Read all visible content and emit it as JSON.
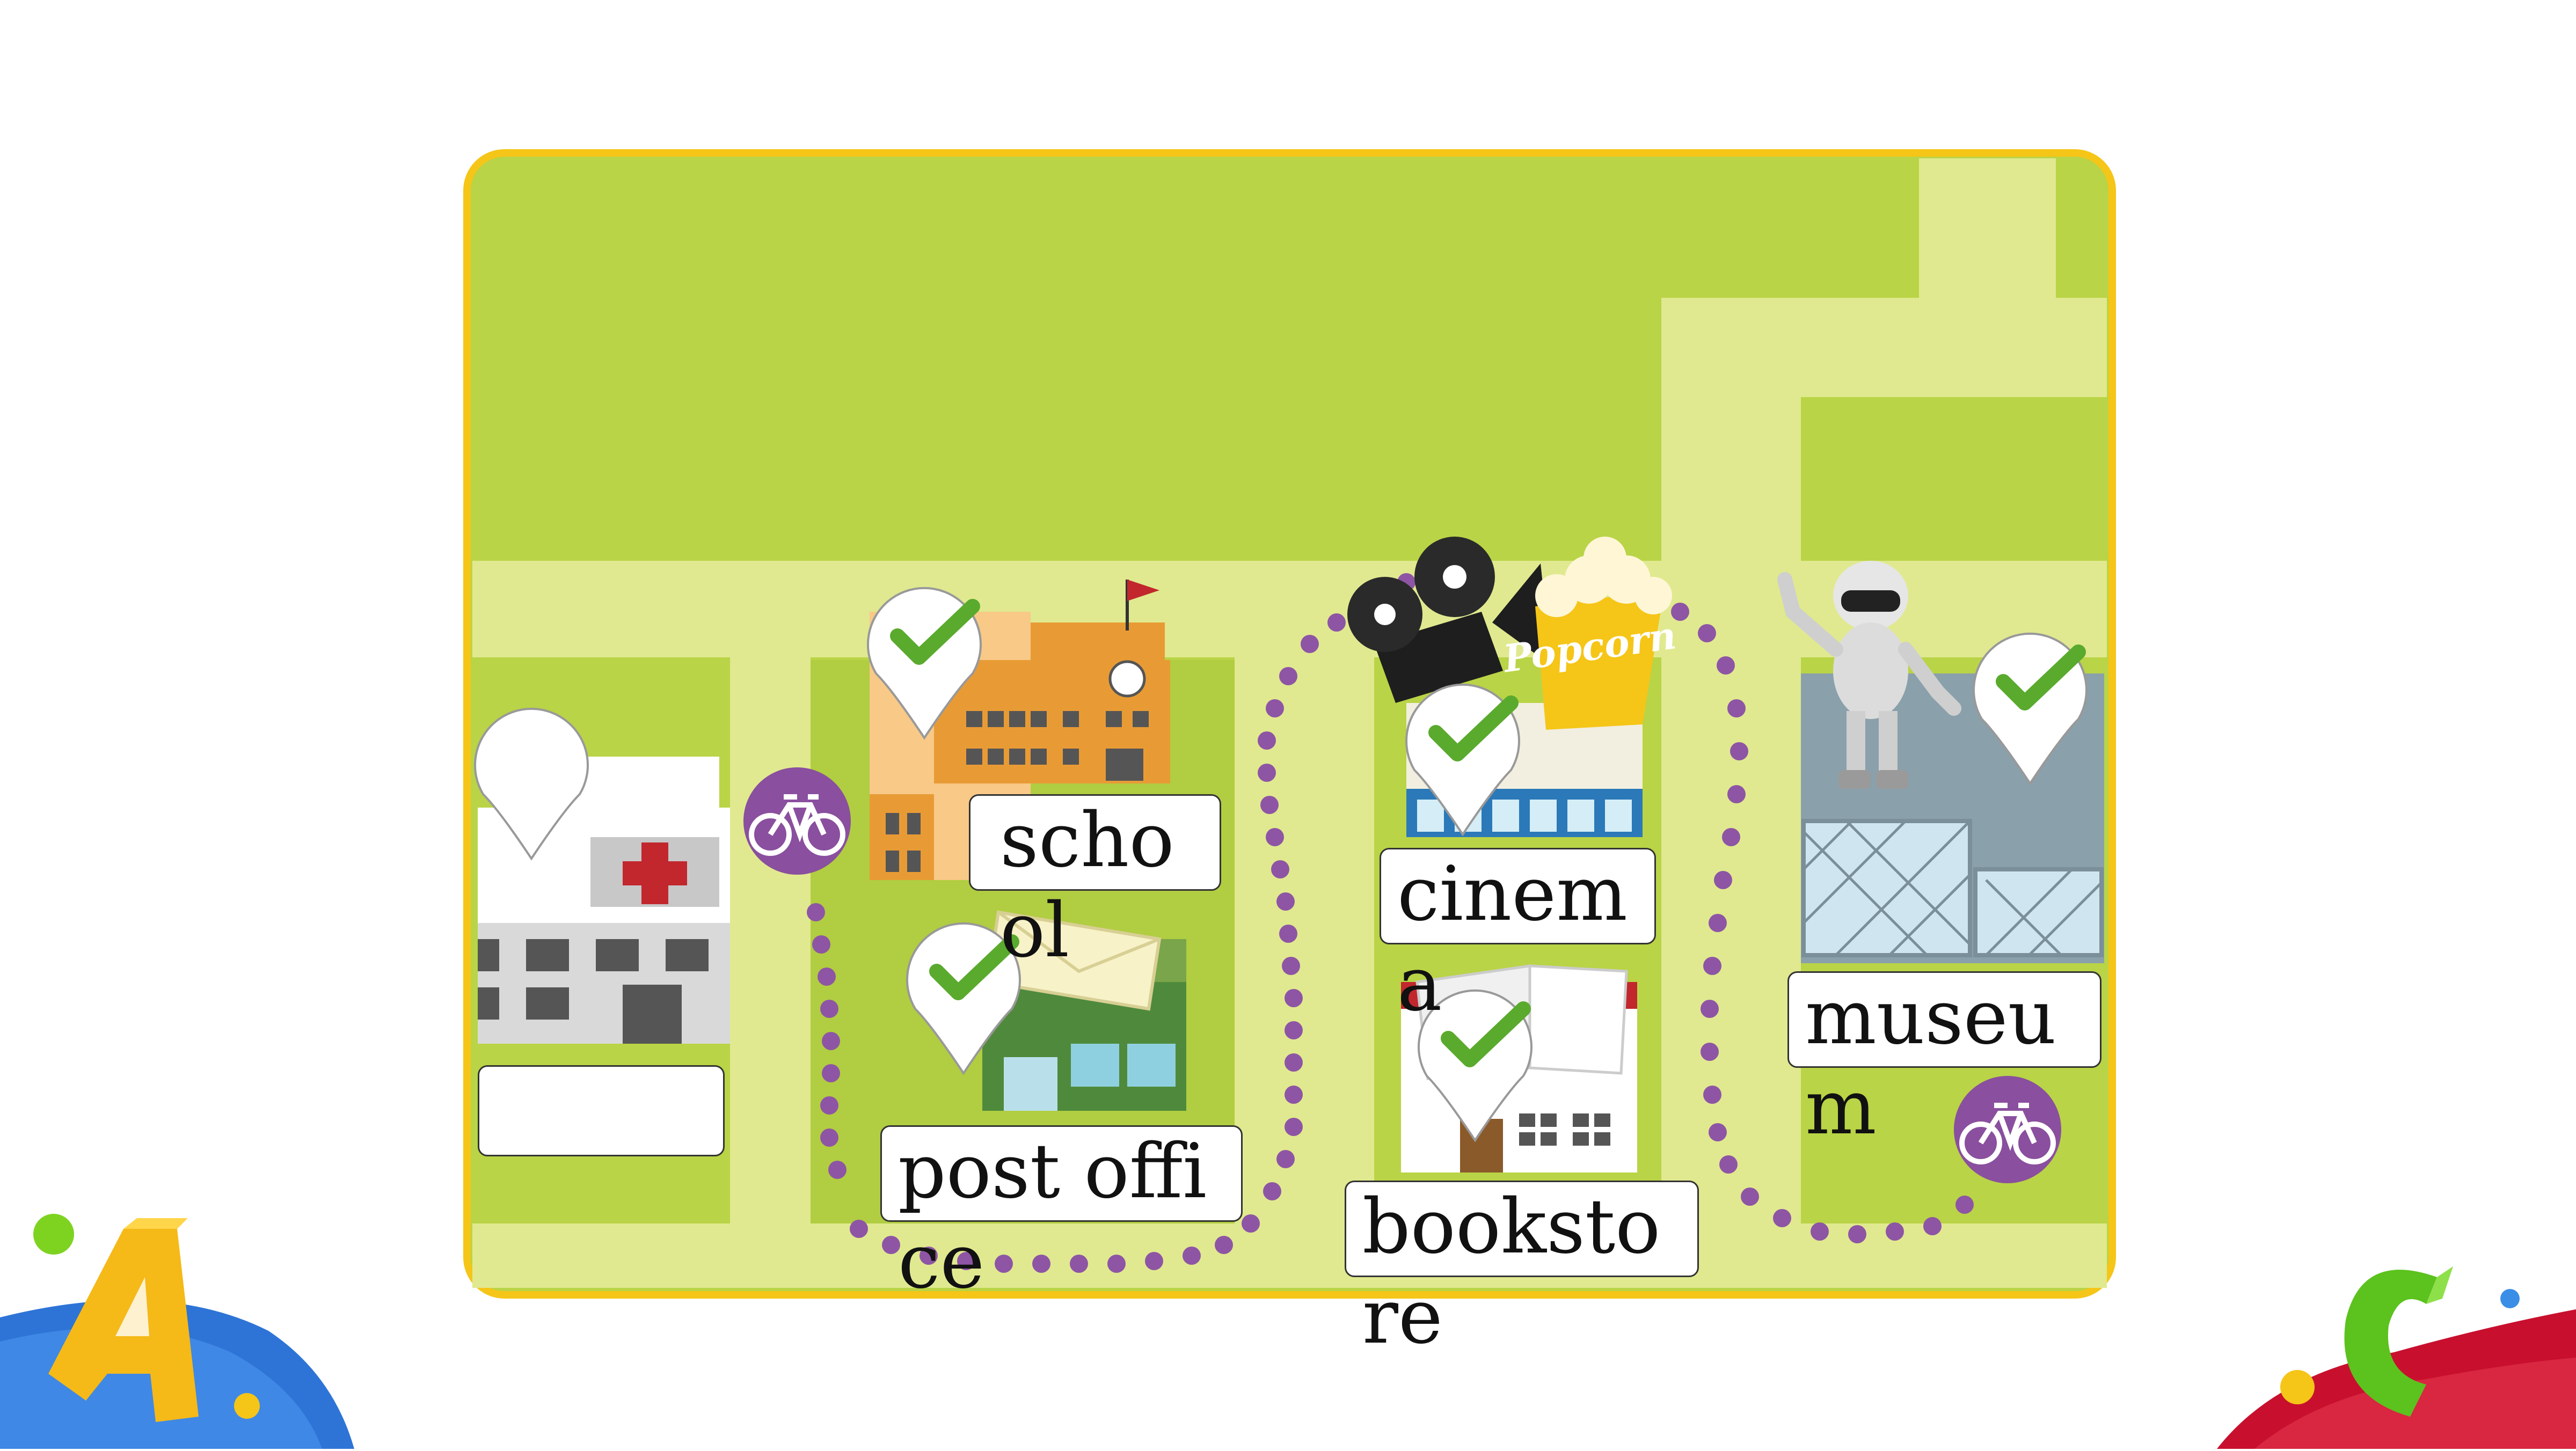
{
  "colors": {
    "map_grass": "#b9d446",
    "map_road": "#e0e98f",
    "map_border": "#f5c518",
    "route_dots": "#8e55a5",
    "bike_badge": "#8a4f9e",
    "check_mark": "#5aaa2e"
  },
  "places": [
    {
      "id": "hospital",
      "label": ""
    },
    {
      "id": "school",
      "label": "school"
    },
    {
      "id": "post-office",
      "label": "post office"
    },
    {
      "id": "cinema",
      "label": "cinema"
    },
    {
      "id": "bookstore",
      "label": "bookstore"
    },
    {
      "id": "museum",
      "label": "museum"
    }
  ],
  "cinema_sign": "Popcorn",
  "icons": [
    "bicycle-icon",
    "check-icon",
    "map-pin-icon",
    "robot-icon",
    "letter-a-icon",
    "letter-c-icon"
  ]
}
